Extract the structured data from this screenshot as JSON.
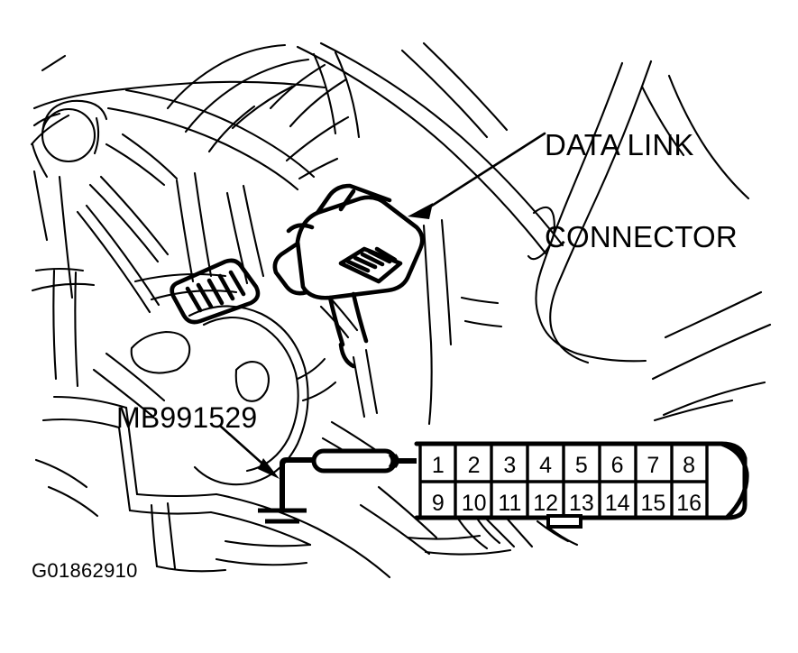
{
  "figure": {
    "id_code": "G01862910",
    "type": "automotive-service-line-drawing",
    "description_labels": {
      "connector_label_line1": "DATA LINK",
      "connector_label_line2": "CONNECTOR",
      "special_tool_label": "MB991529"
    },
    "background": "#ffffff",
    "line_color": "#000000"
  },
  "connector_pinout": {
    "total_pins": 16,
    "rows": [
      {
        "row_index": 0,
        "pins": [
          "1",
          "2",
          "3",
          "4",
          "5",
          "6",
          "7",
          "8"
        ]
      },
      {
        "row_index": 1,
        "pins": [
          "9",
          "10",
          "11",
          "12",
          "13",
          "14",
          "15",
          "16"
        ]
      }
    ],
    "probe_inserted_at_pin": "1",
    "has_latch_tab": true,
    "shape": "d-shaped-trapezoid-right-end"
  },
  "annotations": {
    "leader_to_connector": {
      "from_label": "DATA LINK CONNECTOR",
      "arrow_target": "data-link-connector-in-dash"
    },
    "leader_to_tool": {
      "from_label": "MB991529",
      "arrow_target": "jumper-wire-probe"
    },
    "ground_symbol": {
      "name": "chassis-ground",
      "attached_to": "jumper-wire-probe"
    }
  }
}
